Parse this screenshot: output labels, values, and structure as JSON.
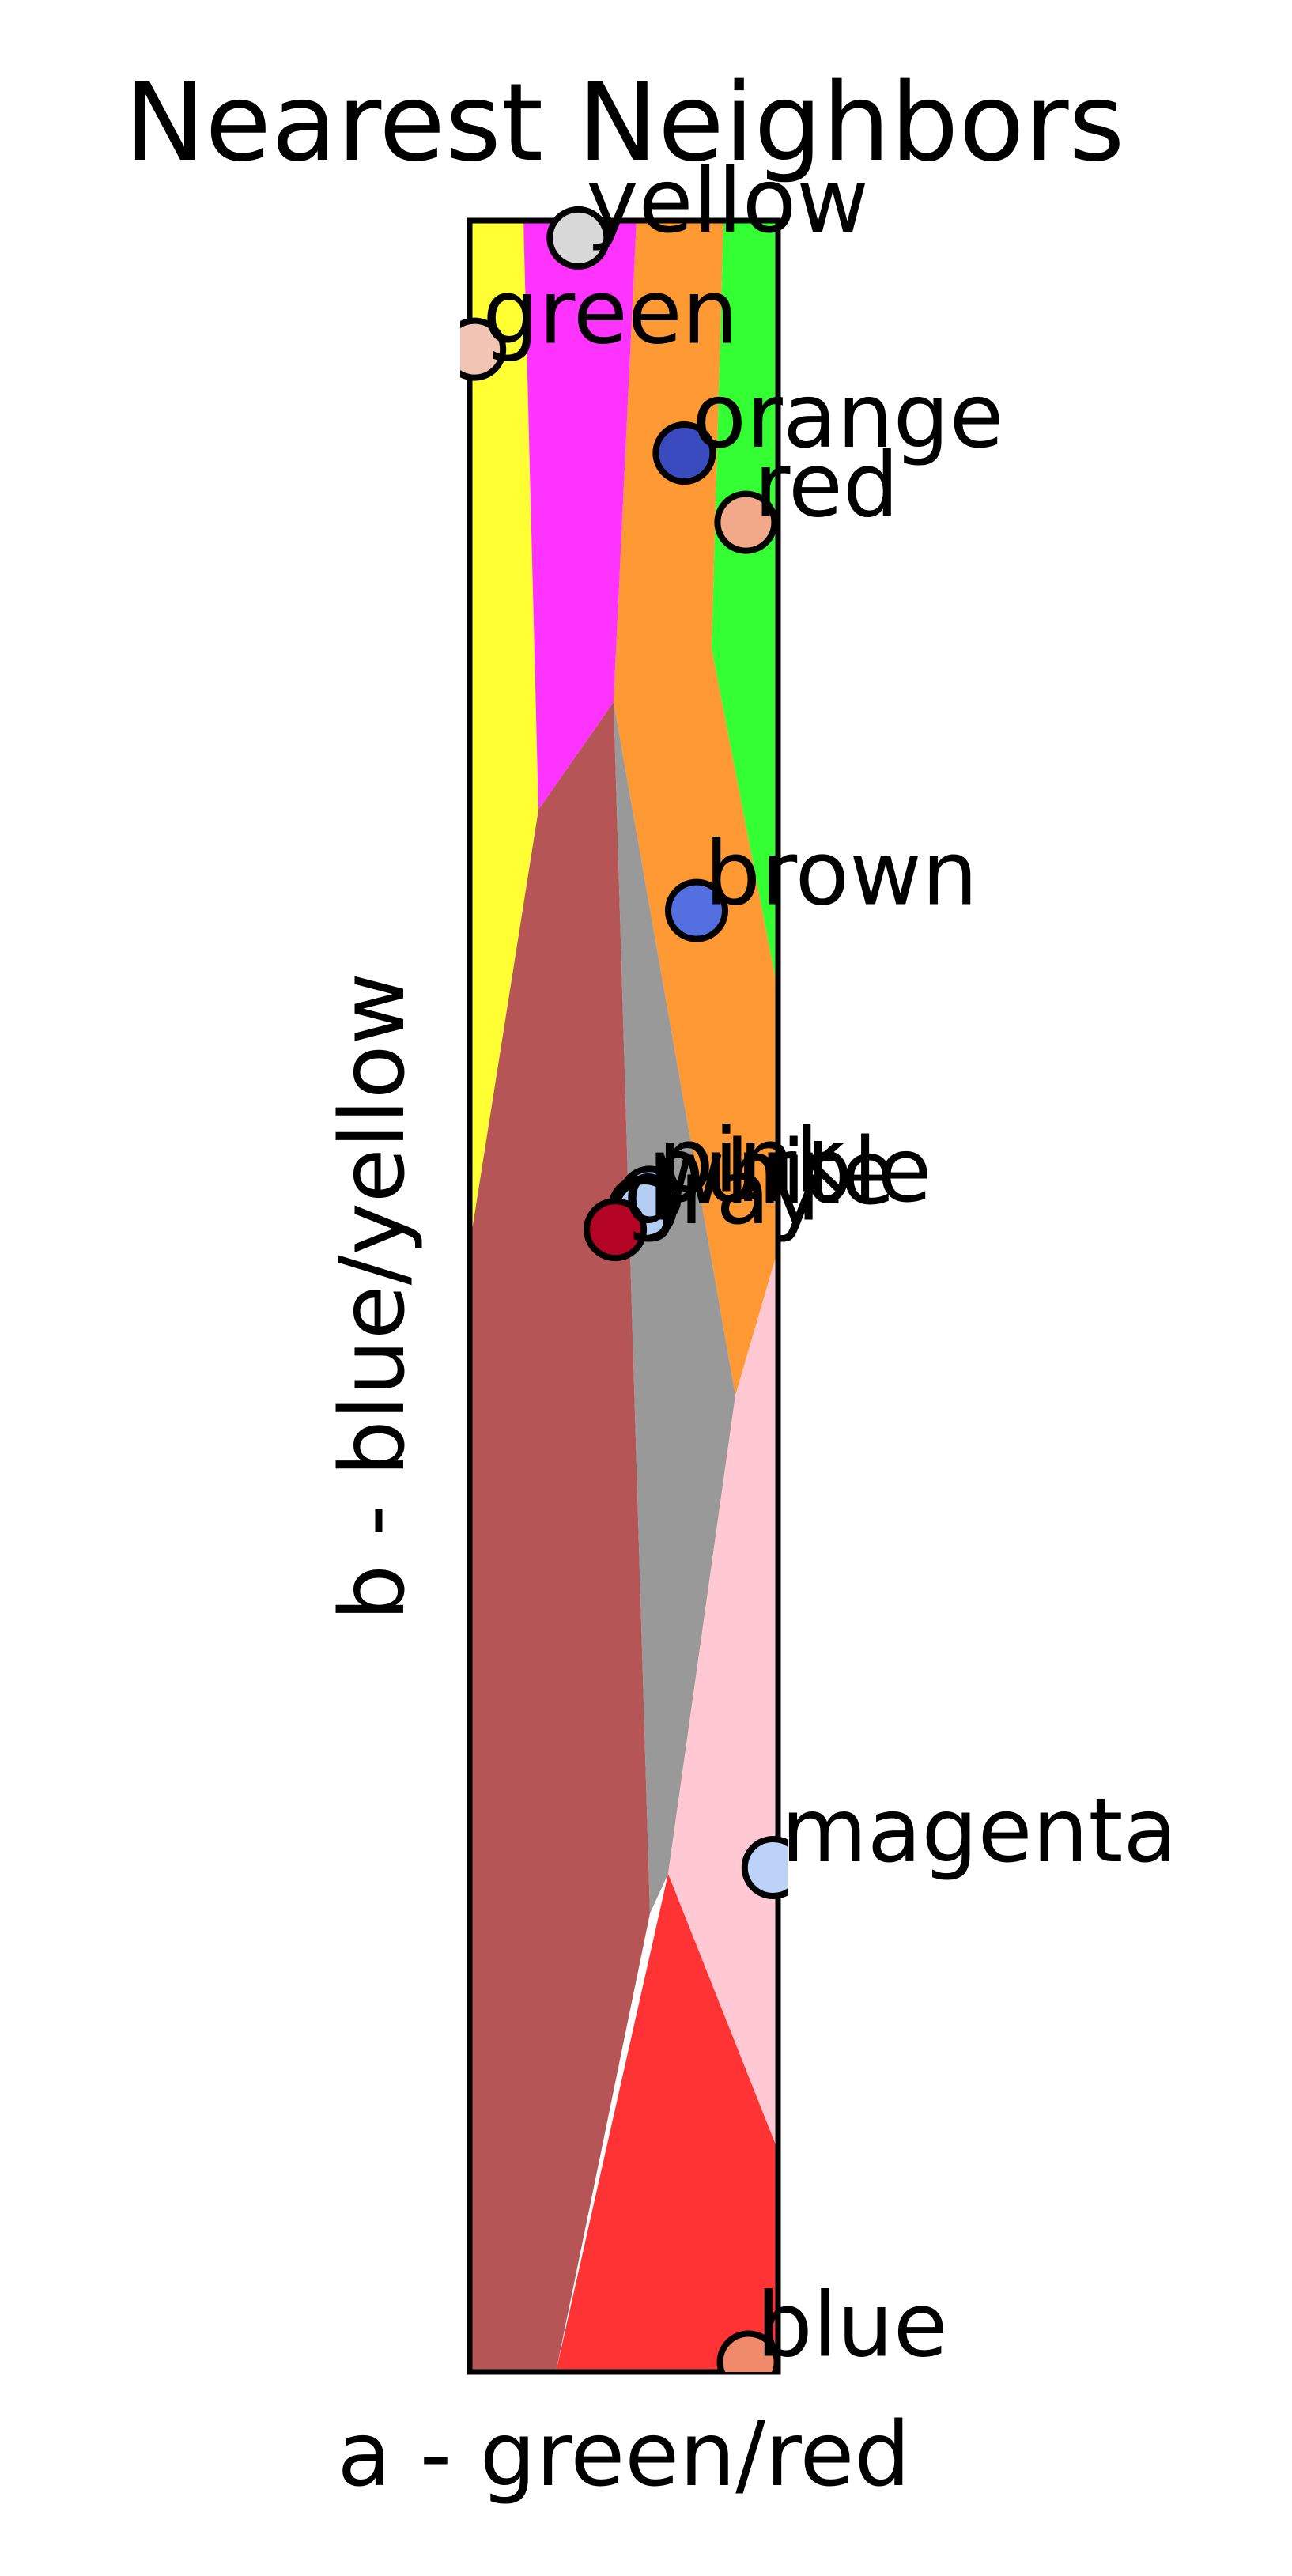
{
  "chart_data": {
    "type": "scatter",
    "title": "Nearest Neighbors",
    "xlabel": "a - green/red",
    "ylabel": "b - blue/yellow",
    "xlim": [
      -5.3,
      7.2
    ],
    "ylim": [
      -40,
      47
    ],
    "grid": false,
    "legend": "none",
    "points": [
      {
        "label": "yellow",
        "a": -0.9,
        "b": 46.3,
        "color": "#d8d8d8"
      },
      {
        "label": "green",
        "a": -5.1,
        "b": 41.8,
        "color": "#f2c4b4"
      },
      {
        "label": "orange",
        "a": 3.4,
        "b": 37.6,
        "color": "#3a4bbf"
      },
      {
        "label": "red",
        "a": 5.9,
        "b": 34.8,
        "color": "#f2a98a"
      },
      {
        "label": "brown",
        "a": 3.9,
        "b": 19.1,
        "color": "#5470e0"
      },
      {
        "label": "pink",
        "a": 2.0,
        "b": 7.5,
        "color": "#9fc0f0"
      },
      {
        "label": "purple",
        "a": 1.6,
        "b": 7.1,
        "color": "#a5c2ef"
      },
      {
        "label": "white",
        "a": 1.8,
        "b": 7.0,
        "color": "#b4cdf3"
      },
      {
        "label": "gray",
        "a": 0.6,
        "b": 6.2,
        "color": "#b40426"
      },
      {
        "label": "magenta",
        "a": 7.0,
        "b": -19.6,
        "color": "#bcd2f7"
      },
      {
        "label": "blue",
        "a": 6.0,
        "b": -39.6,
        "color": "#f08a6a"
      }
    ],
    "regions": [
      {
        "label": "yellow",
        "color": "#ffff33"
      },
      {
        "label": "magenta",
        "color": "#ff33ff"
      },
      {
        "label": "orange",
        "color": "#ff9933"
      },
      {
        "label": "green",
        "color": "#33ff33"
      },
      {
        "label": "brown",
        "color": "#b55555"
      },
      {
        "label": "gray",
        "color": "#999999"
      },
      {
        "label": "pink",
        "color": "#ffc8d2"
      },
      {
        "label": "red",
        "color": "#ff3333"
      }
    ]
  }
}
